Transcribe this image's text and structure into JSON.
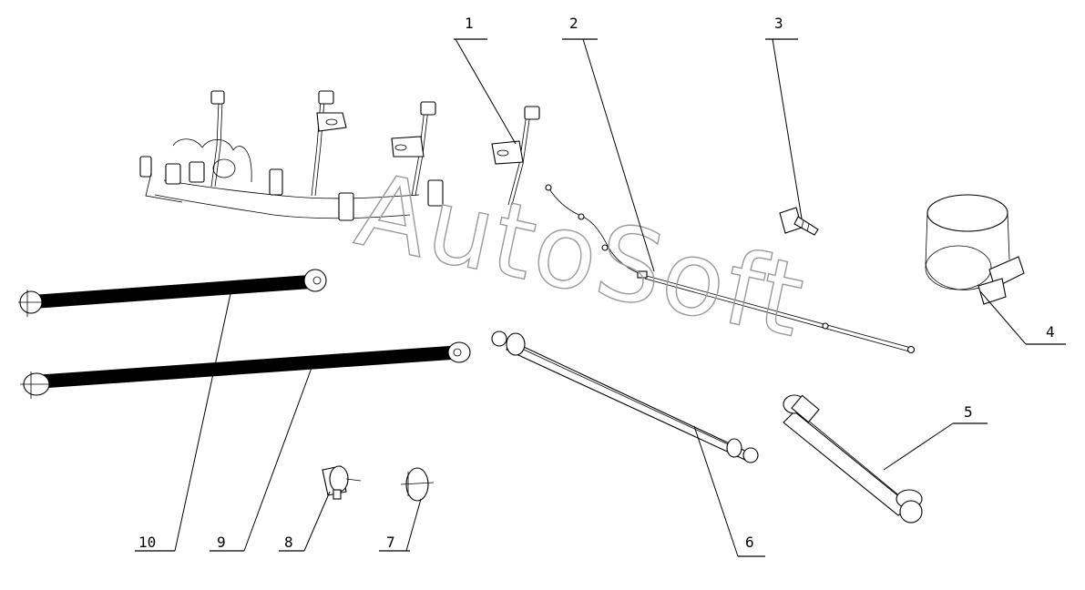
{
  "watermark": "AutoSoft",
  "callouts": [
    {
      "id": "1",
      "label": "1"
    },
    {
      "id": "2",
      "label": "2"
    },
    {
      "id": "3",
      "label": "3"
    },
    {
      "id": "4",
      "label": "4"
    },
    {
      "id": "5",
      "label": "5"
    },
    {
      "id": "6",
      "label": "6"
    },
    {
      "id": "7",
      "label": "7"
    },
    {
      "id": "8",
      "label": "8"
    },
    {
      "id": "9",
      "label": "9"
    },
    {
      "id": "10",
      "label": "10"
    }
  ],
  "colors": {
    "line": "#000000",
    "watermark": "#9a9a9a",
    "background": "#ffffff"
  }
}
